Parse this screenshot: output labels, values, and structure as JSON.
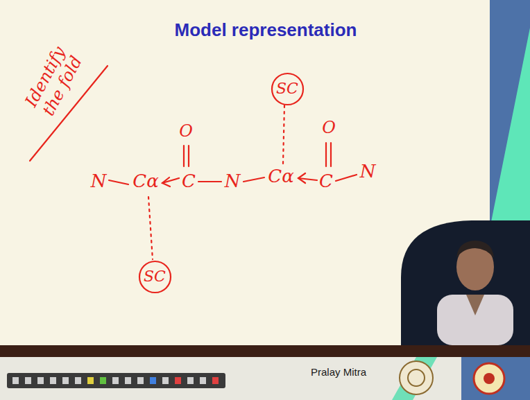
{
  "diagram": {
    "title": "Model representation",
    "nodes": [
      {
        "text": [
          "SC"
        ]
      },
      {
        "text": [
          "SC"
        ]
      }
    ],
    "labels": [
      "Identify the fold",
      "N",
      "Cα",
      "C",
      "O",
      "N",
      "Cα",
      "C",
      "O",
      "N",
      "Pralay Mitra"
    ]
  }
}
